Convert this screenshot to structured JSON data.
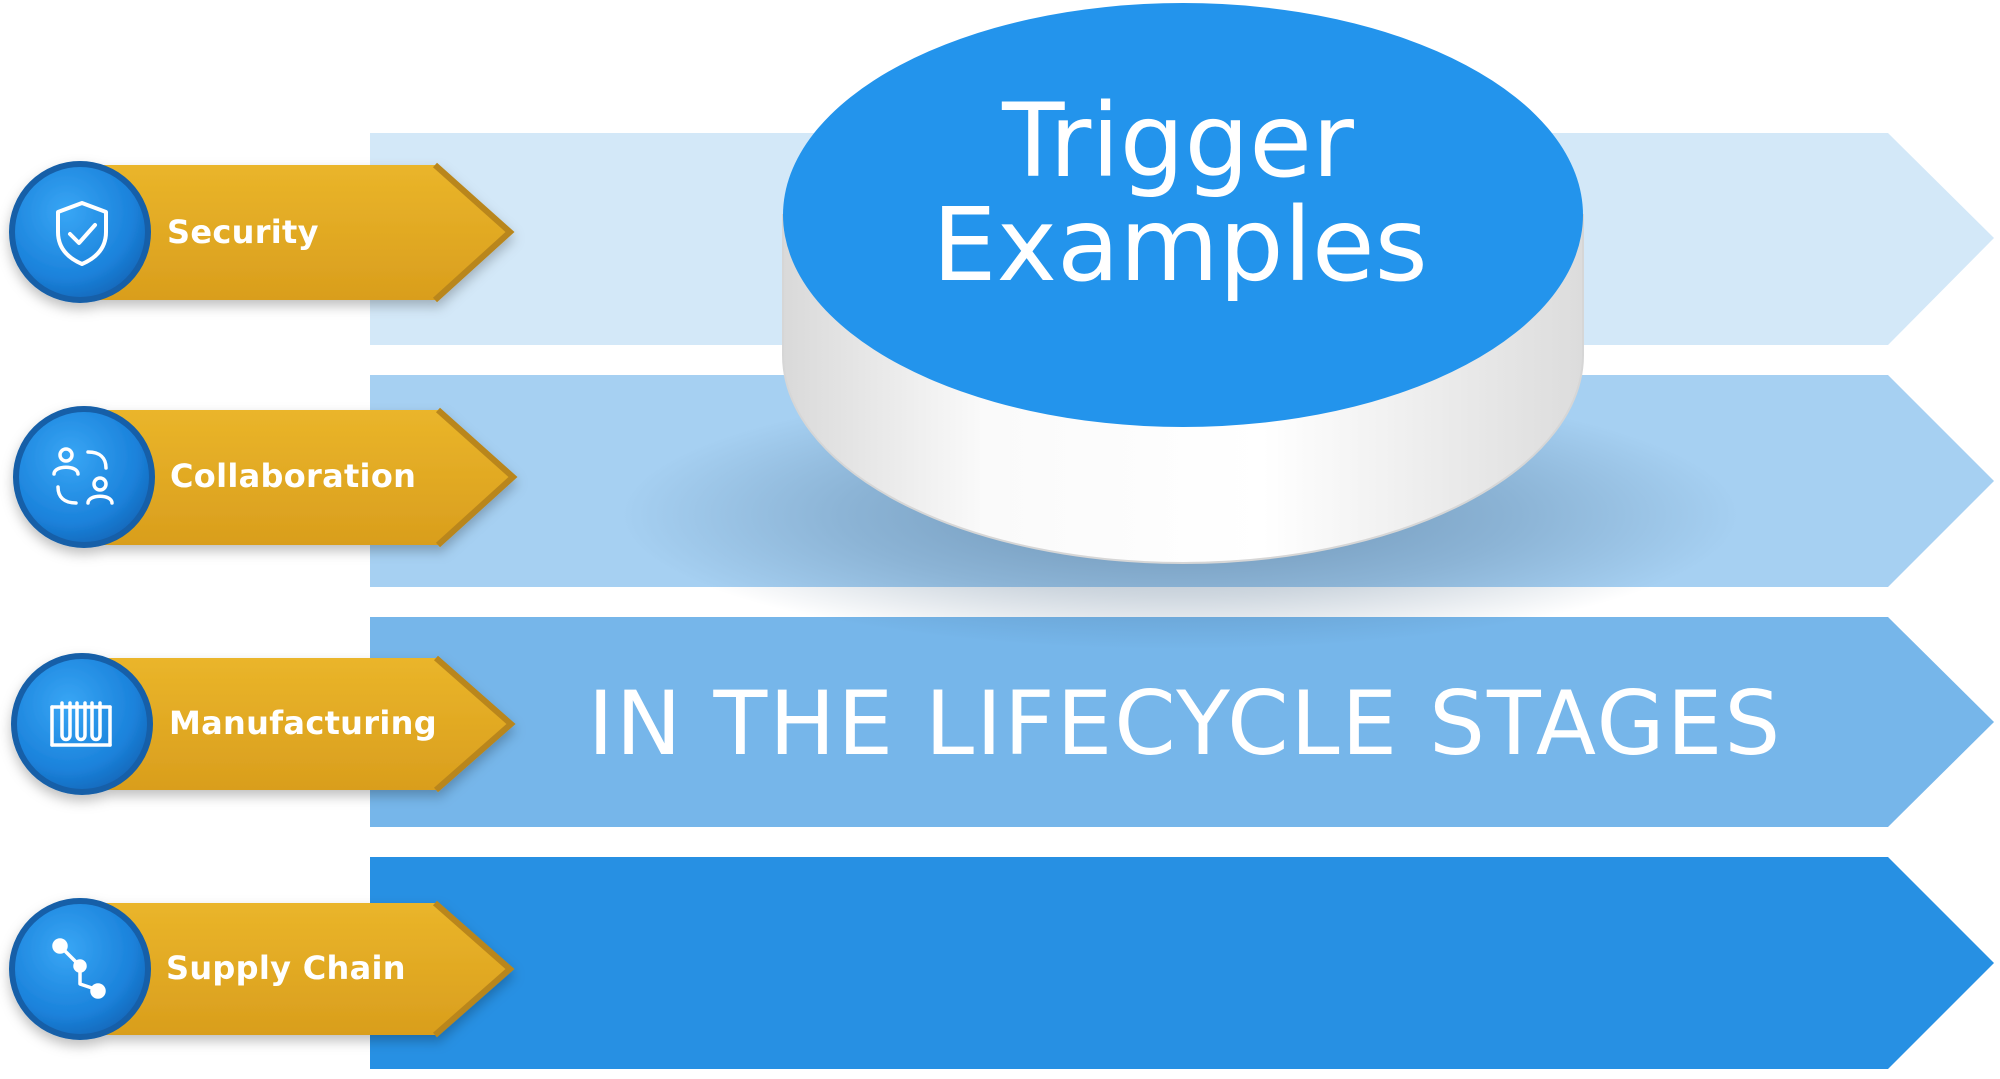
{
  "title": {
    "line1": "Trigger",
    "line2": "Examples"
  },
  "banner_text": "IN  THE  LIFECYCLE  STAGES",
  "stages": [
    {
      "label": "Security",
      "icon": "shield-check-icon",
      "band_color": "#d3e8f8"
    },
    {
      "label": "Collaboration",
      "icon": "people-exchange-icon",
      "band_color": "#a6d0f2"
    },
    {
      "label": "Manufacturing",
      "icon": "test-tubes-icon",
      "band_color": "#76b6ea"
    },
    {
      "label": "Supply Chain",
      "icon": "route-nodes-icon",
      "band_color": "#2790e3"
    }
  ],
  "colors": {
    "tag": "#e3ab22",
    "tag_dark": "#b9861a",
    "circle": "#1e86de",
    "circle_dark": "#135fa8",
    "disc_top": "#2394ec"
  }
}
